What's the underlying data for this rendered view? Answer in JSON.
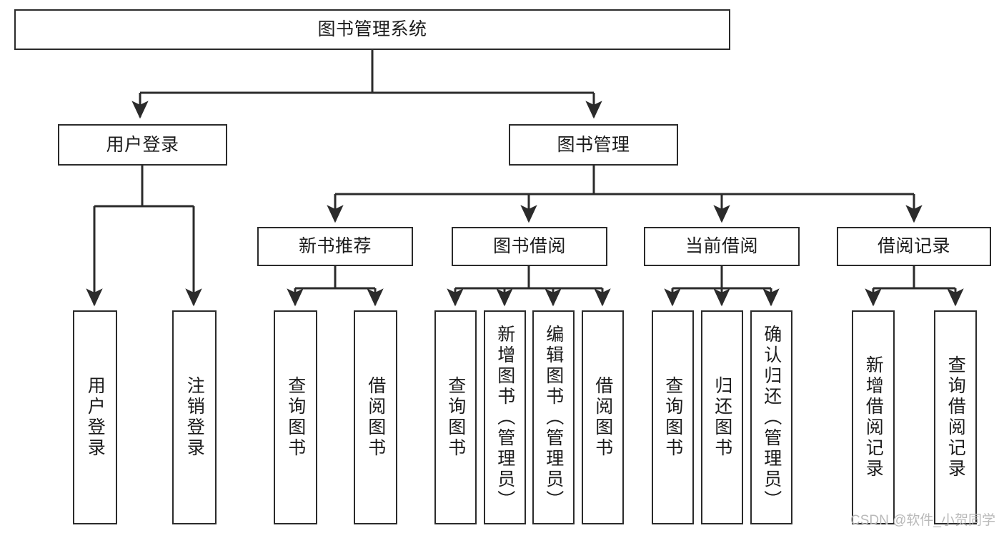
{
  "diagram": {
    "title": "图书管理系统",
    "type": "tree-hierarchy-chart",
    "orientation": "top-down",
    "colors": {
      "node_border": "#2b2b2b",
      "node_fill": "#ffffff",
      "edge": "#2b2b2b",
      "text": "#1b1b1b",
      "watermark": "#b9b9b9",
      "background": "#ffffff"
    },
    "levels": [
      {
        "level": 0,
        "nodes": [
          {
            "id": "root",
            "label": "图书管理系统",
            "orientation": "horizontal"
          }
        ]
      },
      {
        "level": 1,
        "nodes": [
          {
            "id": "user-login",
            "label": "用户登录",
            "orientation": "horizontal"
          },
          {
            "id": "book-manage",
            "label": "图书管理",
            "orientation": "horizontal"
          }
        ]
      },
      {
        "level": 2,
        "nodes": [
          {
            "id": "new-book-recommend",
            "label": "新书推荐",
            "orientation": "horizontal"
          },
          {
            "id": "book-borrow",
            "label": "图书借阅",
            "orientation": "horizontal"
          },
          {
            "id": "current-borrow",
            "label": "当前借阅",
            "orientation": "horizontal"
          },
          {
            "id": "borrow-record",
            "label": "借阅记录",
            "orientation": "horizontal"
          }
        ]
      },
      {
        "level": 3,
        "nodes": [
          {
            "id": "leaf-user-login",
            "label": "用户登录",
            "orientation": "vertical"
          },
          {
            "id": "leaf-logout",
            "label": "注销登录",
            "orientation": "vertical"
          },
          {
            "id": "leaf-query-book-1",
            "label": "查询图书",
            "orientation": "vertical"
          },
          {
            "id": "leaf-borrow-book-1",
            "label": "借阅图书",
            "orientation": "vertical"
          },
          {
            "id": "leaf-query-book-2",
            "label": "查询图书",
            "orientation": "vertical"
          },
          {
            "id": "leaf-add-book",
            "label": "新增图书（管理员）",
            "orientation": "vertical"
          },
          {
            "id": "leaf-edit-book",
            "label": "编辑图书（管理员）",
            "orientation": "vertical"
          },
          {
            "id": "leaf-borrow-book-2",
            "label": "借阅图书",
            "orientation": "vertical"
          },
          {
            "id": "leaf-query-book-3",
            "label": "查询图书",
            "orientation": "vertical"
          },
          {
            "id": "leaf-return-book",
            "label": "归还图书",
            "orientation": "vertical"
          },
          {
            "id": "leaf-confirm-return",
            "label": "确认归还（管理员）",
            "orientation": "vertical"
          },
          {
            "id": "leaf-add-record",
            "label": "新增借阅记录",
            "orientation": "vertical"
          },
          {
            "id": "leaf-query-record",
            "label": "查询借阅记录",
            "orientation": "vertical"
          }
        ]
      }
    ],
    "edges": [
      {
        "from": "root",
        "to": "user-login"
      },
      {
        "from": "root",
        "to": "book-manage"
      },
      {
        "from": "user-login",
        "to": "leaf-user-login"
      },
      {
        "from": "user-login",
        "to": "leaf-logout"
      },
      {
        "from": "book-manage",
        "to": "new-book-recommend"
      },
      {
        "from": "book-manage",
        "to": "book-borrow"
      },
      {
        "from": "book-manage",
        "to": "current-borrow"
      },
      {
        "from": "book-manage",
        "to": "borrow-record"
      },
      {
        "from": "new-book-recommend",
        "to": "leaf-query-book-1"
      },
      {
        "from": "new-book-recommend",
        "to": "leaf-borrow-book-1"
      },
      {
        "from": "book-borrow",
        "to": "leaf-query-book-2"
      },
      {
        "from": "book-borrow",
        "to": "leaf-add-book"
      },
      {
        "from": "book-borrow",
        "to": "leaf-edit-book"
      },
      {
        "from": "book-borrow",
        "to": "leaf-borrow-book-2"
      },
      {
        "from": "current-borrow",
        "to": "leaf-query-book-3"
      },
      {
        "from": "current-borrow",
        "to": "leaf-return-book"
      },
      {
        "from": "current-borrow",
        "to": "leaf-confirm-return"
      },
      {
        "from": "borrow-record",
        "to": "leaf-add-record"
      },
      {
        "from": "borrow-record",
        "to": "leaf-query-record"
      }
    ]
  },
  "watermark": {
    "text": "CSDN @软件_小贺同学"
  }
}
